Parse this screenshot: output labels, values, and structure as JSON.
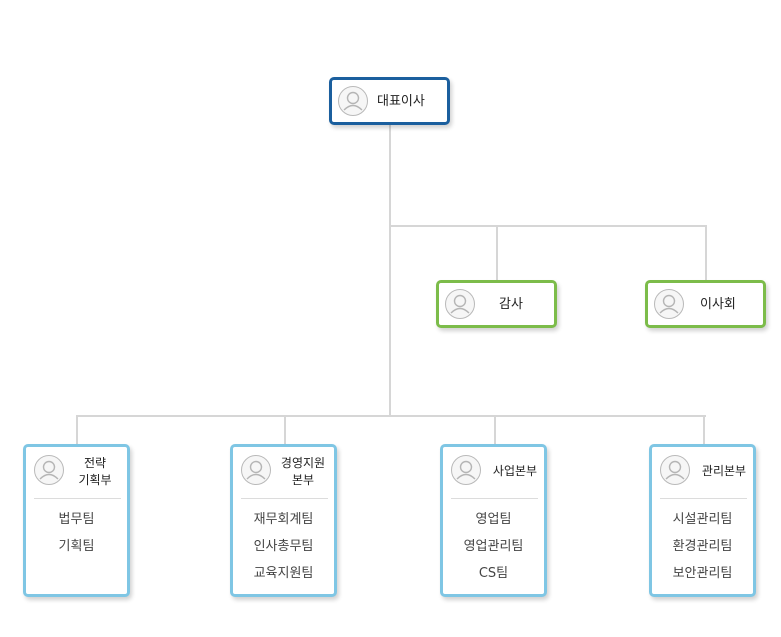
{
  "colors": {
    "ceo_border": "#1b5f9e",
    "green_border": "#7cbc4a",
    "blue_border": "#7fc6e4",
    "connector": "#d6d6d6"
  },
  "icons": {
    "avatar": "person-avatar-icon"
  },
  "ceo": {
    "title": "대표이사"
  },
  "audit": {
    "title": "감사"
  },
  "board": {
    "title": "이사회"
  },
  "divisions": [
    {
      "title_lines": [
        "전략",
        "기획부"
      ],
      "teams": [
        "법무팀",
        "기획팀"
      ]
    },
    {
      "title_lines": [
        "경영지원",
        "본부"
      ],
      "teams": [
        "재무회계팀",
        "인사총무팀",
        "교육지원팀"
      ]
    },
    {
      "title_lines": [
        "사업본부"
      ],
      "teams": [
        "영업팀",
        "영업관리팀",
        "CS팀"
      ]
    },
    {
      "title_lines": [
        "관리본부"
      ],
      "teams": [
        "시설관리팀",
        "환경관리팀",
        "보안관리팀"
      ]
    }
  ]
}
